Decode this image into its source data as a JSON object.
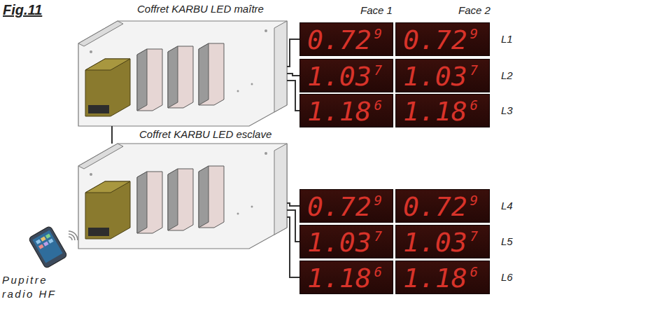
{
  "diagram": {
    "nodes": [
      {
        "text": [
          "Coffret KARBU LED maître"
        ]
      },
      {
        "text": [
          "0.72",
          "9"
        ]
      },
      {
        "text": [
          "0.72",
          "9"
        ]
      },
      {
        "text": [
          "1.03",
          "7"
        ]
      },
      {
        "text": [
          "1.03",
          "7"
        ]
      },
      {
        "text": [
          "1.18",
          "6"
        ]
      },
      {
        "text": [
          "1.18",
          "6"
        ]
      },
      {
        "text": [
          "Coffret KARBU LED esclave"
        ]
      },
      {
        "text": [
          "0.72",
          "9"
        ]
      },
      {
        "text": [
          "0.72",
          "9"
        ]
      },
      {
        "text": [
          "1.03",
          "7"
        ]
      },
      {
        "text": [
          "1.03",
          "7"
        ]
      },
      {
        "text": [
          "1.18",
          "6"
        ]
      },
      {
        "text": [
          "1.18",
          "6"
        ]
      },
      {
        "text": [
          "Pupitre radio HF"
        ]
      }
    ],
    "edges": [
      {
        "from": 0,
        "to": 7,
        "arrow": "none"
      },
      {
        "from": 0,
        "to": 1,
        "arrow": "none"
      },
      {
        "from": 0,
        "to": 3,
        "arrow": "none"
      },
      {
        "from": 0,
        "to": 5,
        "arrow": "none"
      },
      {
        "from": 7,
        "to": 8,
        "arrow": "none"
      },
      {
        "from": 7,
        "to": 10,
        "arrow": "none"
      },
      {
        "from": 7,
        "to": 12,
        "arrow": "none"
      }
    ],
    "labels": [
      "Fig.11",
      "Face 1",
      "Face 2",
      "L1",
      "L2",
      "L3",
      "L4",
      "L5",
      "L6"
    ]
  }
}
